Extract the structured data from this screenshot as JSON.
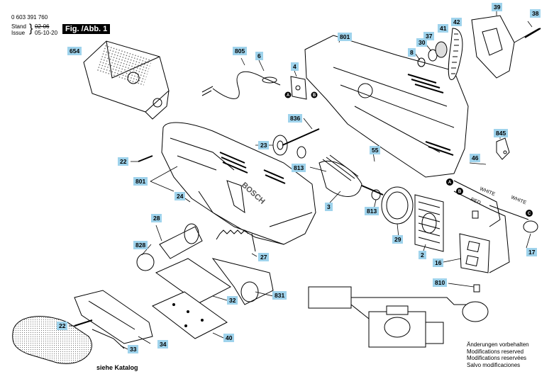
{
  "header": {
    "doc_number": "0 603 391 760",
    "stand_label": "Stand",
    "issue_label": "Issue",
    "stand_date_old": "02-06",
    "issue_date": "05-10-20",
    "figure_label": "Fig. /Abb. 1"
  },
  "callouts": {
    "p654": "654",
    "p805": "805",
    "p6": "6",
    "p801_top": "801",
    "p4": "4",
    "p8": "8",
    "p30": "30",
    "p37": "37",
    "p41": "41",
    "p42": "42",
    "p39": "39",
    "p38": "38",
    "p836": "836",
    "p845": "845",
    "p22_upper": "22",
    "p23": "23",
    "p55": "55",
    "p46": "46",
    "p801_left": "801",
    "p813_a": "813",
    "p24": "24",
    "p3": "3",
    "p813_b": "813",
    "p28": "28",
    "p828": "828",
    "p27": "27",
    "p29": "29",
    "p2": "2",
    "p17": "17",
    "p16": "16",
    "p810": "810",
    "p831": "831",
    "p32": "32",
    "p22_lower": "22",
    "p40": "40",
    "p34": "34",
    "p33": "33"
  },
  "wiring": {
    "pin_a": "A",
    "pin_b": "B",
    "pin_c": "C",
    "white_1": "WHITE",
    "white_2": "WHITE",
    "red": "RED",
    "clip_a": "A",
    "clip_b": "B"
  },
  "brand_text": "BOSCH",
  "notes": {
    "line1": "Änderungen vorbehalten",
    "line2": "Modifications reserved",
    "line3": "Modifications reservées",
    "line4": "Salvo modificaciones"
  },
  "catalog_note": "siehe Katalog"
}
